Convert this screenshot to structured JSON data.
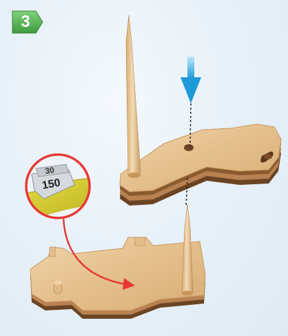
{
  "step": {
    "number": "3"
  },
  "detail_callout": {
    "label_main": "150",
    "label_partial": "30"
  },
  "colors": {
    "badge_green": "#5cb85c",
    "badge_green_dark": "#3f8f3f",
    "arrow_blue": "#29a8e0",
    "callout_red": "#e53935",
    "wood_light": "#e9c79a",
    "wood_mid": "#d9ac74",
    "wood_edge": "#a8713d",
    "wood_dark_layer": "#6b4423",
    "sandpaper": "#d7cf2c"
  },
  "icons": [
    "insert-arrow-icon",
    "callout-arrow-icon"
  ]
}
